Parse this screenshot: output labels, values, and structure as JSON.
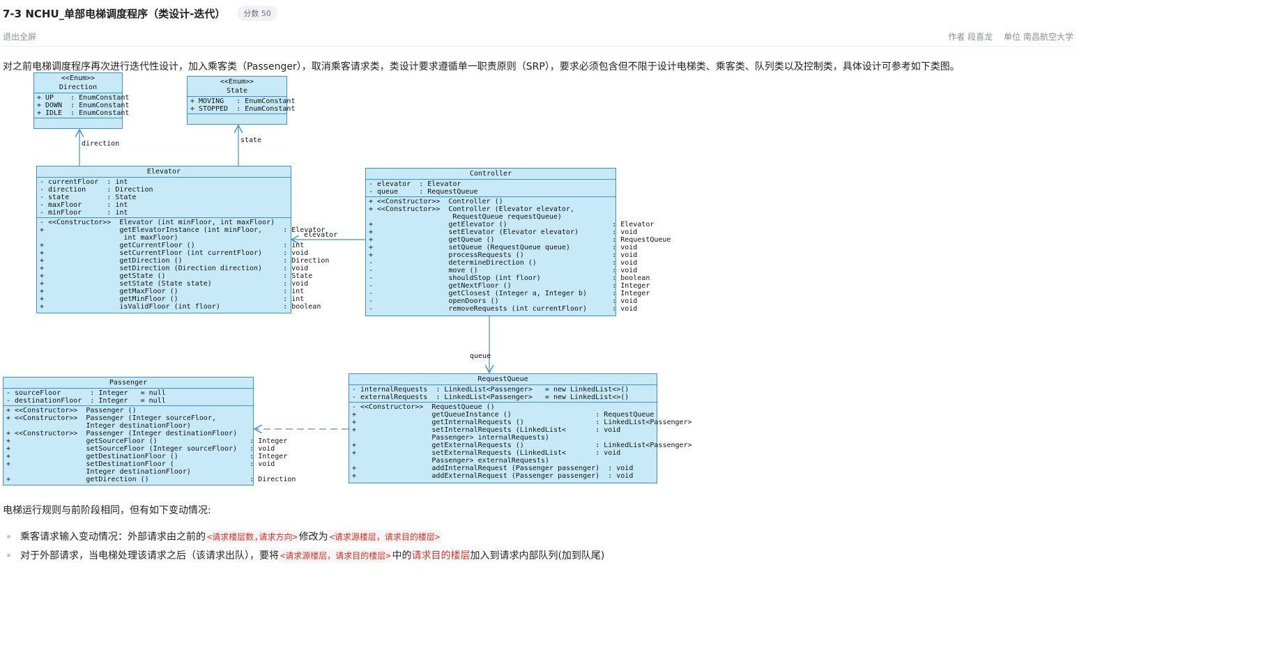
{
  "header": {
    "title": "7-3 NCHU_单部电梯调度程序（类设计-迭代）",
    "score": "分数 50",
    "exit_fullscreen": "退出全屏",
    "author": "作者 段喜龙",
    "unit": "单位 南昌航空大学"
  },
  "intro": "对之前电梯调度程序再次进行迭代性设计，加入乘客类（Passenger），取消乘客请求类，类设计要求遵循单一职责原则（SRP），要求必须包含但不限于设计电梯类、乘客类、队列类以及控制类，具体设计可参考如下类图。",
  "diagram": {
    "direction": {
      "stereotype": "<<Enum>>",
      "name": "Direction",
      "attributes": [
        {
          "v": "+",
          "t": "UP    : EnumConstant"
        },
        {
          "v": "+",
          "t": "DOWN  : EnumConstant"
        },
        {
          "v": "+",
          "t": "IDLE  : EnumConstant"
        }
      ]
    },
    "state": {
      "stereotype": "<<Enum>>",
      "name": "State",
      "attributes": [
        {
          "v": "+",
          "t": "MOVING   : EnumConstant"
        },
        {
          "v": "+",
          "t": "STOPPED  : EnumConstant"
        }
      ]
    },
    "elevator": {
      "name": "Elevator",
      "attributes": [
        {
          "v": "-",
          "t": "currentFloor  : int"
        },
        {
          "v": "-",
          "t": "direction     : Direction"
        },
        {
          "v": "-",
          "t": "state         : State"
        },
        {
          "v": "-",
          "t": "maxFloor      : int"
        },
        {
          "v": "-",
          "t": "minFloor      : int"
        }
      ],
      "methods": [
        {
          "v": "-",
          "t": "<<Constructor>>  Elevator (int minFloor, int maxFloor)"
        },
        {
          "v": "+",
          "t": "                 getElevatorInstance (int minFloor,     : Elevator"
        },
        {
          "v": "",
          "t": "                  int maxFloor)"
        },
        {
          "v": "+",
          "t": "                 getCurrentFloor ()                     : int"
        },
        {
          "v": "+",
          "t": "                 setCurrentFloor (int currentFloor)     : void"
        },
        {
          "v": "+",
          "t": "                 getDirection ()                        : Direction"
        },
        {
          "v": "+",
          "t": "                 setDirection (Direction direction)     : void"
        },
        {
          "v": "+",
          "t": "                 getState ()                            : State"
        },
        {
          "v": "+",
          "t": "                 setState (State state)                 : void"
        },
        {
          "v": "+",
          "t": "                 getMaxFloor ()                         : int"
        },
        {
          "v": "+",
          "t": "                 getMinFloor ()                         : int"
        },
        {
          "v": "+",
          "t": "                 isValidFloor (int floor)               : boolean"
        }
      ]
    },
    "controller": {
      "name": "Controller",
      "attributes": [
        {
          "v": "-",
          "t": "elevator  : Elevator"
        },
        {
          "v": "-",
          "t": "queue     : RequestQueue"
        }
      ],
      "methods": [
        {
          "v": "+",
          "t": "<<Constructor>>  Controller ()"
        },
        {
          "v": "+",
          "t": "<<Constructor>>  Controller (Elevator elevator,"
        },
        {
          "v": "",
          "t": "                  RequestQueue requestQueue)"
        },
        {
          "v": "+",
          "t": "                 getElevator ()                         : Elevator"
        },
        {
          "v": "+",
          "t": "                 setElevator (Elevator elevator)        : void"
        },
        {
          "v": "+",
          "t": "                 getQueue ()                            : RequestQueue"
        },
        {
          "v": "+",
          "t": "                 setQueue (RequestQueue queue)          : void"
        },
        {
          "v": "+",
          "t": "                 processRequests ()                     : void"
        },
        {
          "v": "-",
          "t": "                 determineDirection ()                  : void"
        },
        {
          "v": "-",
          "t": "                 move ()                                : void"
        },
        {
          "v": "-",
          "t": "                 shouldStop (int floor)                 : boolean"
        },
        {
          "v": "-",
          "t": "                 getNextFloor ()                        : Integer"
        },
        {
          "v": "-",
          "t": "                 getClosest (Integer a, Integer b)      : Integer"
        },
        {
          "v": "-",
          "t": "                 openDoors ()                           : void"
        },
        {
          "v": "-",
          "t": "                 removeRequests (int currentFloor)      : void"
        }
      ]
    },
    "passenger": {
      "name": "Passenger",
      "attributes": [
        {
          "v": "-",
          "t": "sourceFloor       : Integer   = null"
        },
        {
          "v": "-",
          "t": "destinationFloor  : Integer   = null"
        }
      ],
      "methods": [
        {
          "v": "+",
          "t": "<<Constructor>>  Passenger ()"
        },
        {
          "v": "+",
          "t": "<<Constructor>>  Passenger (Integer sourceFloor,"
        },
        {
          "v": "",
          "t": "                 Integer destinationFloor)"
        },
        {
          "v": "+",
          "t": "<<Constructor>>  Passenger (Integer destinationFloor)"
        },
        {
          "v": "+",
          "t": "                 getSourceFloor ()                      : Integer"
        },
        {
          "v": "+",
          "t": "                 setSourceFloor (Integer sourceFloor)   : void"
        },
        {
          "v": "+",
          "t": "                 getDestinationFloor ()                 : Integer"
        },
        {
          "v": "+",
          "t": "                 setDestinationFloor (                  : void"
        },
        {
          "v": "",
          "t": "                 Integer destinationFloor)"
        },
        {
          "v": "+",
          "t": "                 getDirection ()                        : Direction"
        }
      ]
    },
    "requestqueue": {
      "name": "RequestQueue",
      "attributes": [
        {
          "v": "-",
          "t": "internalRequests  : LinkedList<Passenger>   = new LinkedList<>()"
        },
        {
          "v": "-",
          "t": "externalRequests  : LinkedList<Passenger>   = new LinkedList<>()"
        }
      ],
      "methods": [
        {
          "v": "-",
          "t": "<<Constructor>>  RequestQueue ()"
        },
        {
          "v": "+",
          "t": "                 getQueueInstance ()                    : RequestQueue"
        },
        {
          "v": "+",
          "t": "                 getInternalRequests ()                 : LinkedList<Passenger>"
        },
        {
          "v": "+",
          "t": "                 setInternalRequests (LinkedList<       : void"
        },
        {
          "v": "",
          "t": "                 Passenger> internalRequests)"
        },
        {
          "v": "+",
          "t": "                 getExternalRequests ()                 : LinkedList<Passenger>"
        },
        {
          "v": "+",
          "t": "                 setExternalRequests (LinkedList<       : void"
        },
        {
          "v": "",
          "t": "                 Passenger> externalRequests)"
        },
        {
          "v": "+",
          "t": "                 addInternalRequest (Passenger passenger)  : void"
        },
        {
          "v": "+",
          "t": "                 addExternalRequest (Passenger passenger)  : void"
        }
      ]
    },
    "labels": {
      "direction": "direction",
      "state": "state",
      "elevator": "elevator",
      "queue": "queue"
    }
  },
  "rules": {
    "title": "电梯运行规则与前阶段相同，但有如下变动情况:",
    "b1_pre": "乘客请求输入变动情况：外部请求由之前的",
    "b1_code1": "<请求楼层数,请求方向>",
    "b1_mid": "修改为",
    "b1_code2": "<请求源楼层，请求目的楼层>",
    "b2_pre": "对于外部请求，当电梯处理该请求之后（该请求出队），要将",
    "b2_code": "<请求源楼层，请求目的楼层>",
    "b2_mid": "中的",
    "b2_hl": "请求目的楼层",
    "b2_post": "加入到请求内部队列(加到队尾)"
  }
}
